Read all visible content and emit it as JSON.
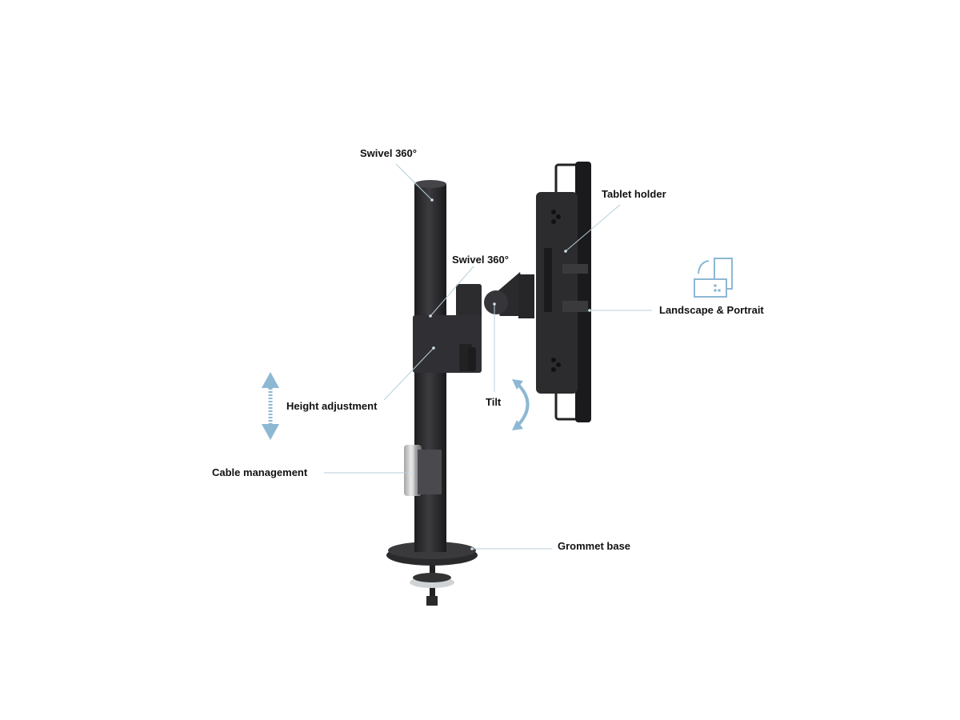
{
  "labels": {
    "swivel_top": "Swivel 360°",
    "swivel_arm": "Swivel 360°",
    "tablet_holder": "Tablet holder",
    "landscape_portrait": "Landscape & Portrait",
    "tilt": "Tilt",
    "height_adjustment": "Height adjustment",
    "cable_management": "Cable management",
    "grommet_base": "Grommet base"
  },
  "colors": {
    "accent": "#8db8d4",
    "leader": "#b9cfd9",
    "product": "#2b2b2d"
  }
}
